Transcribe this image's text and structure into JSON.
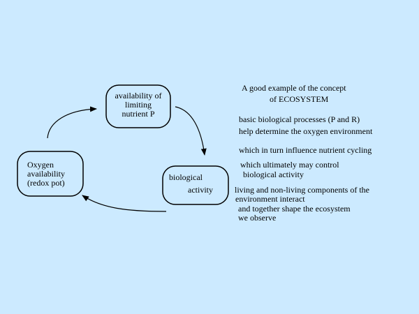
{
  "cycle": {
    "nutrient_box": [
      "availability of",
      "limiting",
      "nutrient P"
    ],
    "oxygen_box": [
      "Oxygen",
      "availability",
      "(redox pot)"
    ],
    "bio_box": [
      "biological",
      "activity"
    ]
  },
  "notes": {
    "title": [
      "A good example of the concept",
      "of ECOSYSTEM"
    ],
    "p1": [
      "basic biological processes (P and R)",
      "help determine the oxygen environment"
    ],
    "p2": "which in turn influence nutrient cycling",
    "p3": [
      "which ultimately may control",
      "biological activity"
    ],
    "p4": [
      "living and non-living components of the",
      "environment interact",
      "and together shape the ecosystem",
      "we observe"
    ]
  }
}
